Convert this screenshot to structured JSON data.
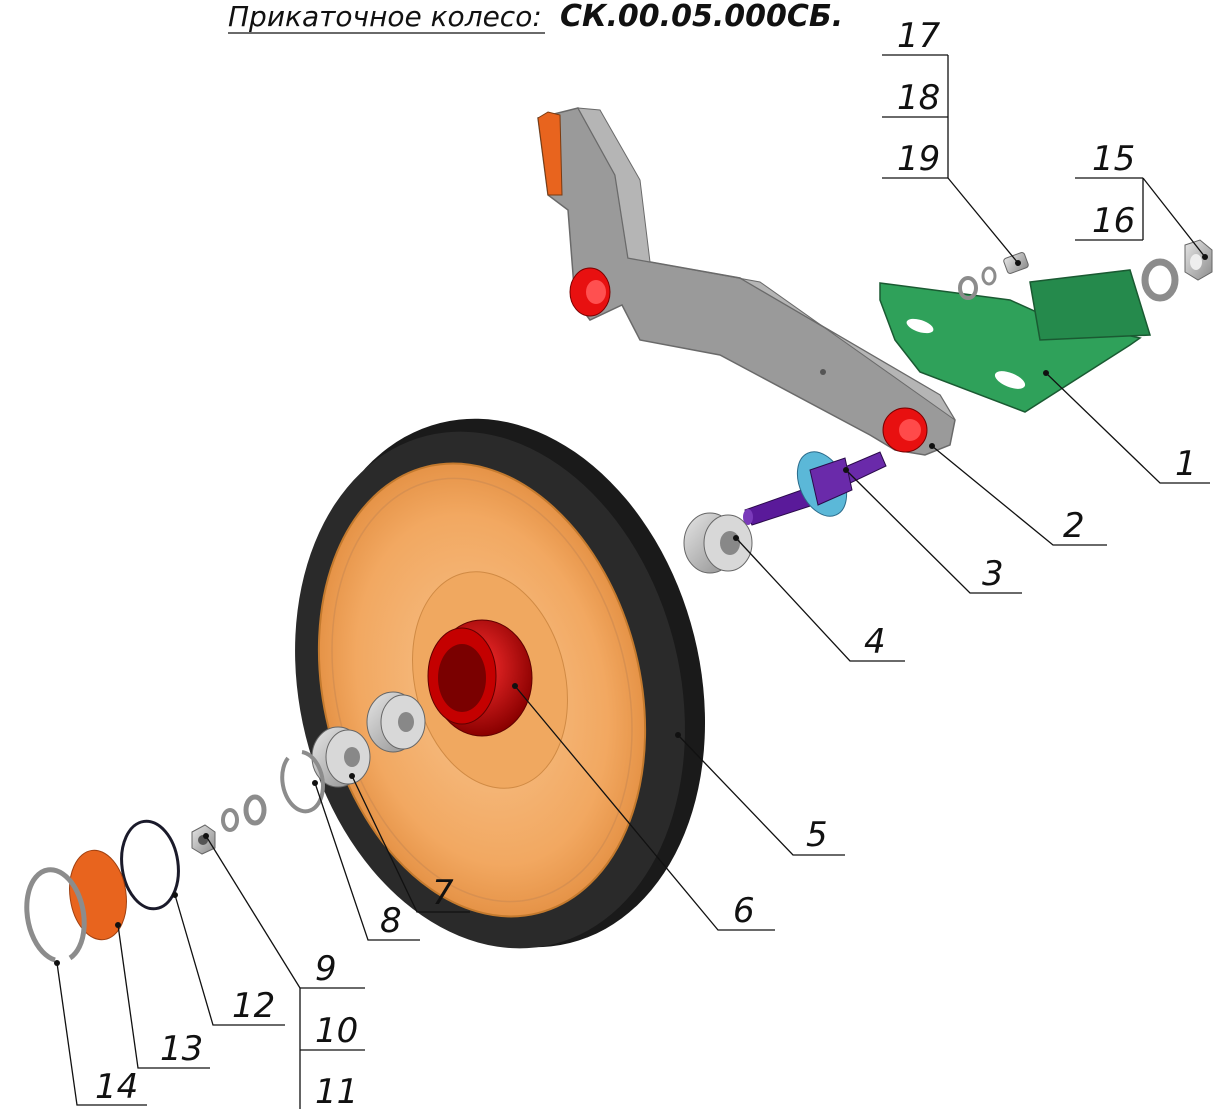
{
  "title": {
    "text": "Прикаточное колесо:",
    "code": "СК.00.05.000СБ."
  },
  "parts": [
    {
      "n": "1",
      "name": "bracket"
    },
    {
      "n": "2",
      "name": "bushing"
    },
    {
      "n": "3",
      "name": "axle"
    },
    {
      "n": "4",
      "name": "bearing"
    },
    {
      "n": "5",
      "name": "wheel"
    },
    {
      "n": "6",
      "name": "hub"
    },
    {
      "n": "7",
      "name": "bearing"
    },
    {
      "n": "8",
      "name": "retaining-ring"
    },
    {
      "n": "9",
      "name": "nut"
    },
    {
      "n": "10",
      "name": "washer"
    },
    {
      "n": "11",
      "name": "washer"
    },
    {
      "n": "12",
      "name": "o-ring"
    },
    {
      "n": "13",
      "name": "cap"
    },
    {
      "n": "14",
      "name": "retaining-ring"
    },
    {
      "n": "15",
      "name": "nut"
    },
    {
      "n": "16",
      "name": "washer"
    },
    {
      "n": "17",
      "name": "bolt"
    },
    {
      "n": "18",
      "name": "washer"
    },
    {
      "n": "19",
      "name": "washer"
    }
  ],
  "colors": {
    "arm": "#9a9a9a",
    "bushing": "#e81010",
    "bracket": "#2fa15a",
    "axle": "#5a1a9a",
    "washer_blue": "#5bb8d8",
    "tire": "#1a1a1a",
    "rim": "#f2a861",
    "hub": "#c40000",
    "cap": "#e8641e",
    "steel": "#b8b8b8"
  }
}
